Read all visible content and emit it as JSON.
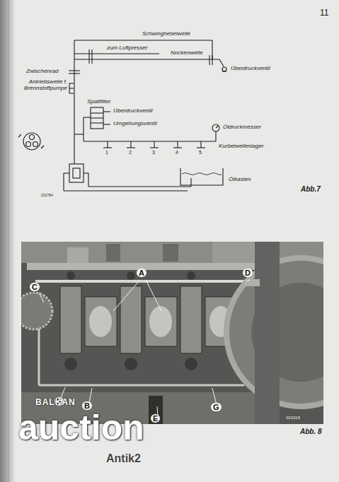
{
  "diagram": {
    "labels": [
      "11",
      "Schwinghebelwelle",
      "zum Luftpresser",
      "Nockenwelle",
      "Überdruckventil",
      "Zwischenrad",
      "Antriebswelle f. Brennstoffpumpe",
      "Spaltfilter",
      "Überdruckventil",
      "Umgehungsventil",
      "Öldruckmesser",
      "Kurbelwellenlager",
      "Ölkasten",
      "1",
      "2",
      "3",
      "4",
      "5",
      "231784",
      "Abb.7",
      "C",
      "A",
      "D",
      "F",
      "B",
      "E",
      "G",
      "221015",
      "Abb. 8",
      "BALKAN",
      "auction",
      "Antik2"
    ]
  }
}
